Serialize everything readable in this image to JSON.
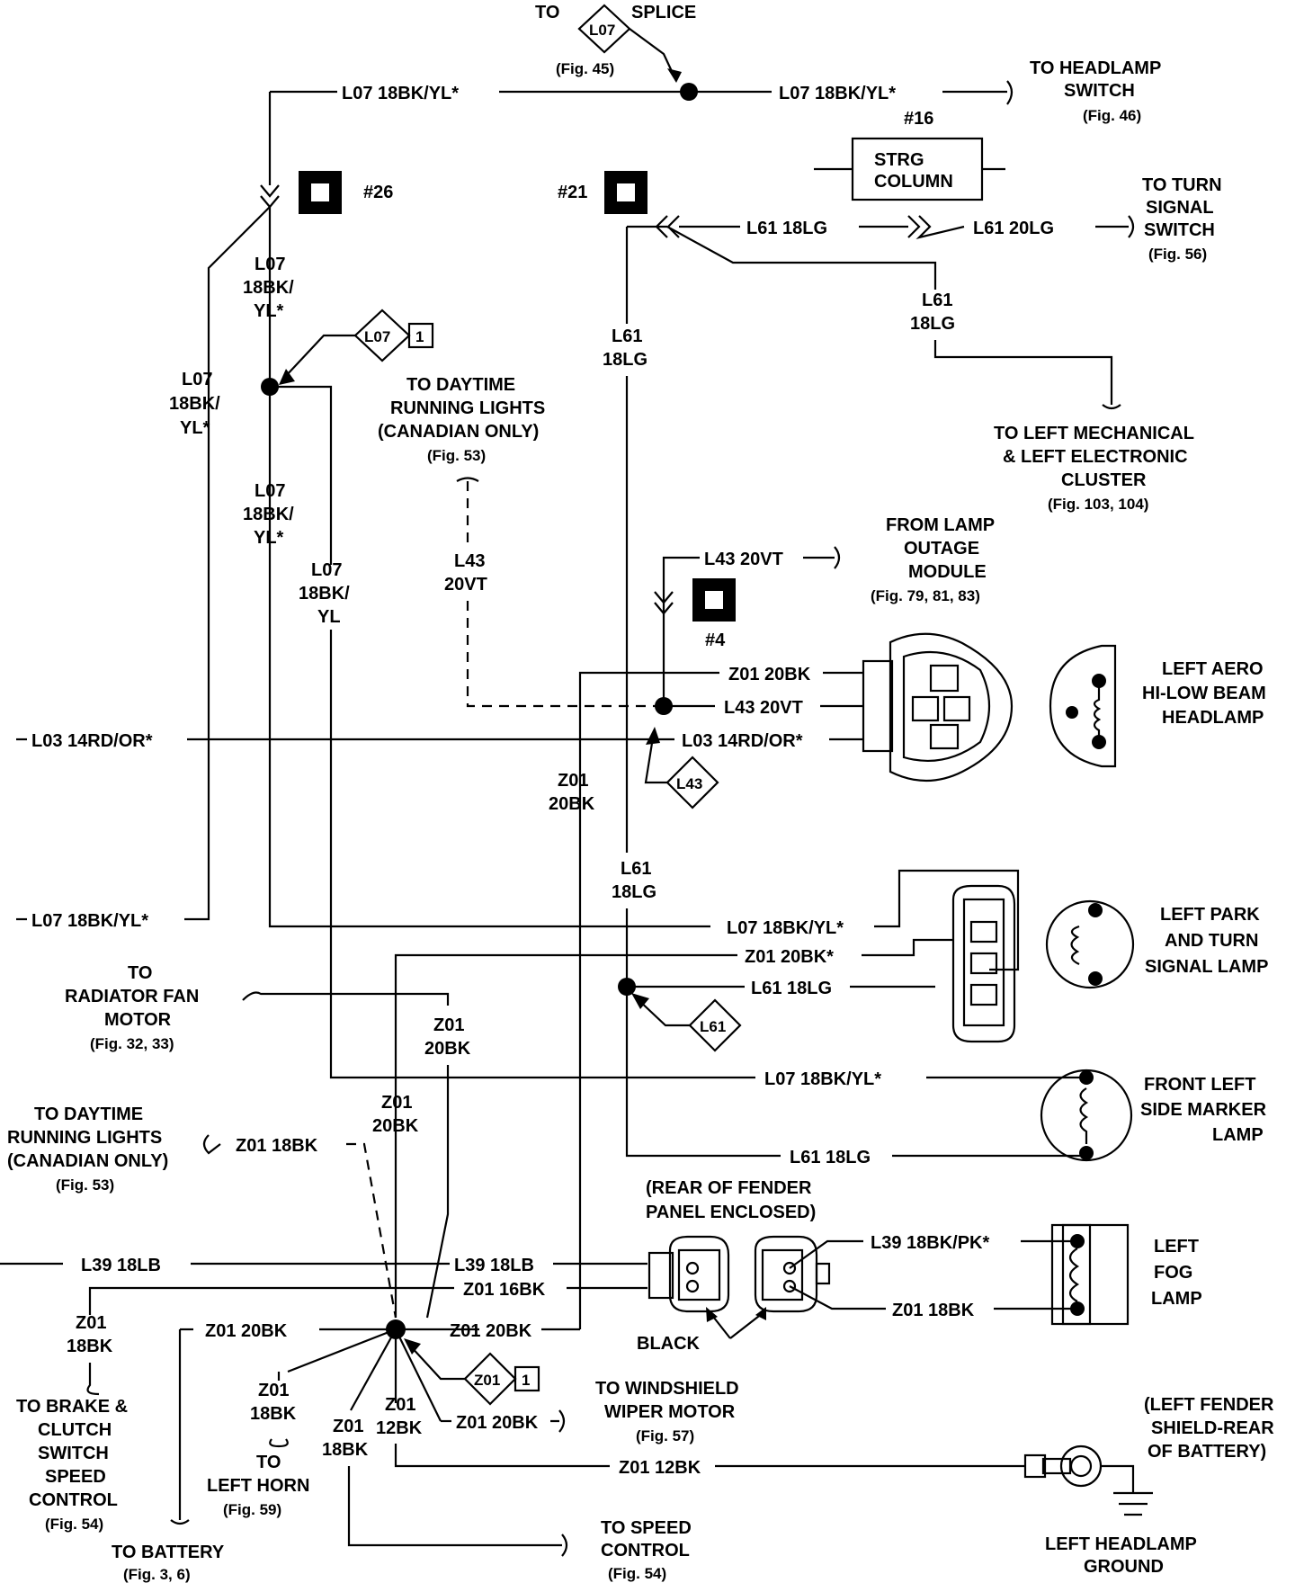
{
  "diagram": {
    "splice_top": {
      "to": "TO",
      "code": "L07",
      "splice": "SPLICE",
      "ref": "(Fig. 45)"
    },
    "wires": {
      "l07_top_left": "L07 18BK/YL*",
      "l07_top_right": "L07 18BK/YL*",
      "l07_vert_a": [
        "L07",
        "18BK/",
        "YL*"
      ],
      "l07_vert_outer": [
        "L07",
        "18BK/",
        "YL*"
      ],
      "l07_vert_mid": [
        "L07",
        "18BK/",
        "YL*"
      ],
      "l07_vert_inner": [
        "L07",
        "18BK/",
        "YL"
      ],
      "l61_18lg": "L61 18LG",
      "l61_20lg": "L61 20LG",
      "l61_vert": [
        "L61",
        "18LG"
      ],
      "l61_branch": [
        "L61",
        "18LG"
      ],
      "l61_lower": [
        "L61",
        "18LG"
      ],
      "l43_vert": [
        "L43",
        "20VT"
      ],
      "l43_20vt_top": "L43 20VT",
      "z01_20bk_head": "Z01 20BK",
      "l43_20vt_head": "L43 20VT",
      "l03_head": "L03 14RD/OR*",
      "l03_left": "L03 14RD/OR*",
      "z01_vert_a": [
        "Z01",
        "20BK"
      ],
      "l07_left_bottom": "L07 18BK/YL*",
      "l07_park": "L07 18BK/YL*",
      "z01_park": "Z01 20BK*",
      "l61_park": "L61 18LG",
      "z01_vert_b": [
        "Z01",
        "20BK"
      ],
      "z01_vert_c": [
        "Z01",
        "20BK"
      ],
      "l07_marker": "L07 18BK/YL*",
      "l61_marker": "L61 18LG",
      "z01_18bk_drl": "Z01 18BK",
      "l39_left": "L39 18LB",
      "l39_right": "L39 18LB",
      "z01_16bk": "Z01 16BK",
      "z01_20bk_splice": "Z01 20BK",
      "z01_20bk_left": "Z01 20BK",
      "z01_18bk_brake": [
        "Z01",
        "18BK"
      ],
      "z01_18bk_horn": [
        "Z01",
        "18BK"
      ],
      "z01_18bk_speed": [
        "Z01",
        "18BK"
      ],
      "z01_12bk_vert": [
        "Z01",
        "12BK"
      ],
      "z01_20bk_wiper": "Z01 20BK",
      "z01_12bk_ground": "Z01 12BK",
      "l39_fog": "L39 18BK/PK*",
      "z01_18bk_fog": "Z01 18BK"
    },
    "connectors": {
      "c26": "#26",
      "c21": "#21",
      "c4": "#4",
      "c16": "#16"
    },
    "splice_tags": {
      "l07_1": "L07",
      "l07_1_num": "1",
      "l43": "L43",
      "l61": "L61",
      "z01_1": "Z01",
      "z01_1_num": "1"
    },
    "strg_column": [
      "STRG",
      "COLUMN"
    ],
    "destinations": {
      "headlamp_switch": [
        "TO HEADLAMP",
        "SWITCH",
        "(Fig. 46)"
      ],
      "turn_signal": [
        "TO TURN",
        "SIGNAL",
        "SWITCH",
        "(Fig. 56)"
      ],
      "drl_top": [
        "TO DAYTIME",
        "RUNNING LIGHTS",
        "(CANADIAN ONLY)",
        "(Fig. 53)"
      ],
      "left_cluster": [
        "TO LEFT MECHANICAL",
        "& LEFT ELECTRONIC",
        "CLUSTER",
        "(Fig. 103, 104)"
      ],
      "lamp_outage": [
        "FROM LAMP",
        "OUTAGE",
        "MODULE",
        "(Fig. 79, 81, 83)"
      ],
      "headlamp": [
        "LEFT AERO",
        "HI-LOW BEAM",
        "HEADLAMP"
      ],
      "park_turn": [
        "LEFT PARK",
        "AND TURN",
        "SIGNAL LAMP"
      ],
      "radiator_fan": [
        "TO",
        "RADIATOR FAN",
        "MOTOR",
        "(Fig. 32, 33)"
      ],
      "side_marker": [
        "FRONT LEFT",
        "SIDE MARKER",
        "LAMP"
      ],
      "drl_bottom": [
        "TO DAYTIME",
        "RUNNING LIGHTS",
        "(CANADIAN ONLY)",
        "(Fig. 53)"
      ],
      "fender_note": [
        "(REAR OF FENDER",
        "PANEL ENCLOSED)"
      ],
      "fog_lamp": [
        "LEFT",
        "FOG",
        "LAMP"
      ],
      "black": "BLACK",
      "brake_clutch": [
        "TO BRAKE &",
        "CLUTCH",
        "SWITCH",
        "SPEED",
        "CONTROL",
        "(Fig. 54)"
      ],
      "left_horn": [
        "TO",
        "LEFT HORN",
        "(Fig. 59)"
      ],
      "battery": [
        "TO BATTERY",
        "(Fig. 3, 6)"
      ],
      "wiper": [
        "TO WINDSHIELD",
        "WIPER MOTOR",
        "(Fig. 57)"
      ],
      "speed_control": [
        "TO SPEED",
        "CONTROL",
        "(Fig. 54)"
      ],
      "fender_shield": [
        "(LEFT FENDER",
        "SHIELD-REAR",
        "OF BATTERY)"
      ],
      "headlamp_ground": [
        "LEFT HEADLAMP",
        "GROUND"
      ]
    }
  }
}
